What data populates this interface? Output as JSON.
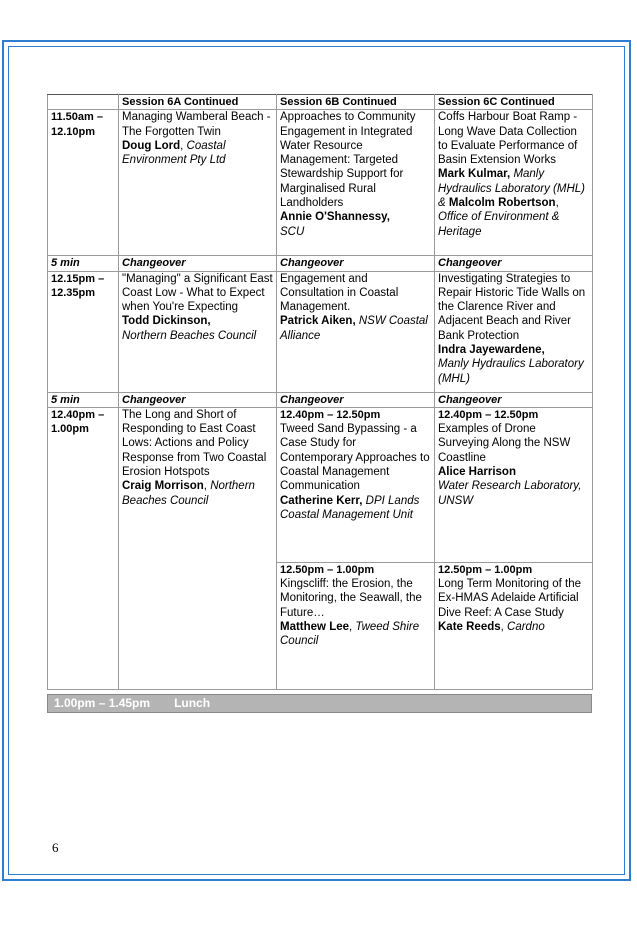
{
  "headers": [
    "",
    "Session 6A Continued",
    "Session 6B Continued",
    "Session 6C Continued"
  ],
  "row1": {
    "time": "11.50am – 12.10pm",
    "a": {
      "title": "Managing Wamberal Beach - The Forgotten Twin",
      "name": "Doug Lord",
      "org": "Coastal Environment Pty Ltd"
    },
    "b": {
      "title": "Approaches to Community Engagement in Integrated Water Resource Management: Targeted Stewardship Support for Marginalised Rural Landholders",
      "name": "Annie O'Shannessy,",
      "org": "SCU"
    },
    "c": {
      "title": "Coffs Harbour Boat Ramp - Long Wave Data Collection to Evaluate Performance of Basin Extension Works",
      "name1": "Mark Kulmar,",
      "org1": "Manly Hydraulics Laboratory (MHL) &",
      "name2": "Malcolm Robertson",
      "org2": "Office of Environment & Heritage"
    }
  },
  "changeover": {
    "time": "5 min",
    "label": "Changeover"
  },
  "row2": {
    "time": "12.15pm – 12.35pm",
    "a": {
      "title": "\"Managing\" a Significant East Coast Low - What to Expect when You're Expecting",
      "name": "Todd Dickinson,",
      "org": "Northern Beaches Council"
    },
    "b": {
      "title": "Engagement and Consultation in Coastal Management.",
      "name": "Patrick Aiken,",
      "org": "NSW Coastal Alliance"
    },
    "c": {
      "title": "Investigating Strategies to Repair Historic Tide Walls on the Clarence River and Adjacent Beach and River Bank Protection",
      "name": "Indra Jayewardene,",
      "org": "Manly Hydraulics Laboratory (MHL)"
    }
  },
  "row3": {
    "time": "12.40pm – 1.00pm",
    "a": {
      "title": "The Long and Short of Responding to East Coast Lows: Actions and Policy Response from Two Coastal Erosion Hotspots",
      "name": "Craig Morrison",
      "org": "Northern Beaches Council"
    },
    "b1": {
      "subtime": "12.40pm – 12.50pm",
      "title": "Tweed Sand Bypassing - a Case Study for Contemporary Approaches to Coastal Management Communication",
      "name": "Catherine Kerr,",
      "org": "DPI Lands Coastal Management Unit"
    },
    "c1": {
      "subtime": "12.40pm – 12.50pm",
      "title": "Examples of Drone Surveying Along the NSW Coastline",
      "name": "Alice Harrison",
      "org": "Water Research Laboratory, UNSW"
    },
    "b2": {
      "subtime": "12.50pm – 1.00pm",
      "title": "Kingscliff: the Erosion, the Monitoring, the Seawall, the Future…",
      "name": "Matthew Lee",
      "org": "Tweed Shire Council"
    },
    "c2": {
      "subtime": "12.50pm – 1.00pm",
      "title": "Long Term Monitoring of the Ex-HMAS Adelaide Artificial Dive Reef: A Case Study",
      "name": "Kate Reeds",
      "org": "Cardno"
    }
  },
  "lunch": {
    "time": "1.00pm – 1.45pm",
    "label": "Lunch"
  },
  "page_number": "6"
}
